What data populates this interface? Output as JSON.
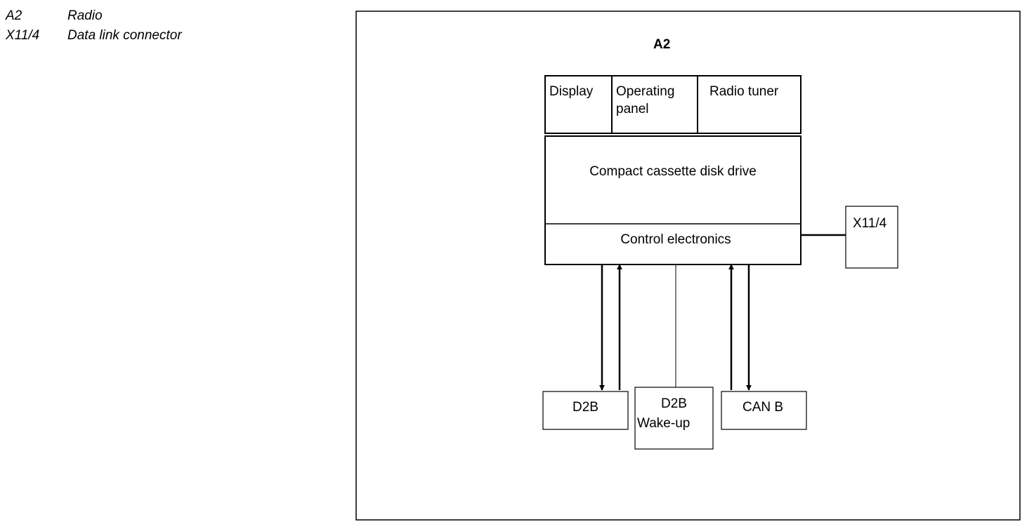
{
  "legend": [
    {
      "code": "A2",
      "description": "Radio"
    },
    {
      "code": "X11/4",
      "description": "Data link connector"
    }
  ],
  "diagram": {
    "module_title": "A2",
    "display": "Display",
    "operating_panel_line1": "Operating",
    "operating_panel_line2": "panel",
    "radio_tuner": "Radio tuner",
    "cassette_drive": "Compact cassette disk drive",
    "control_electronics": "Control electronics",
    "connector": "X11/4",
    "d2b": "D2B",
    "d2b_wakeup_line1": "D2B",
    "d2b_wakeup_line2": "Wake-up",
    "can_b": "CAN B"
  }
}
